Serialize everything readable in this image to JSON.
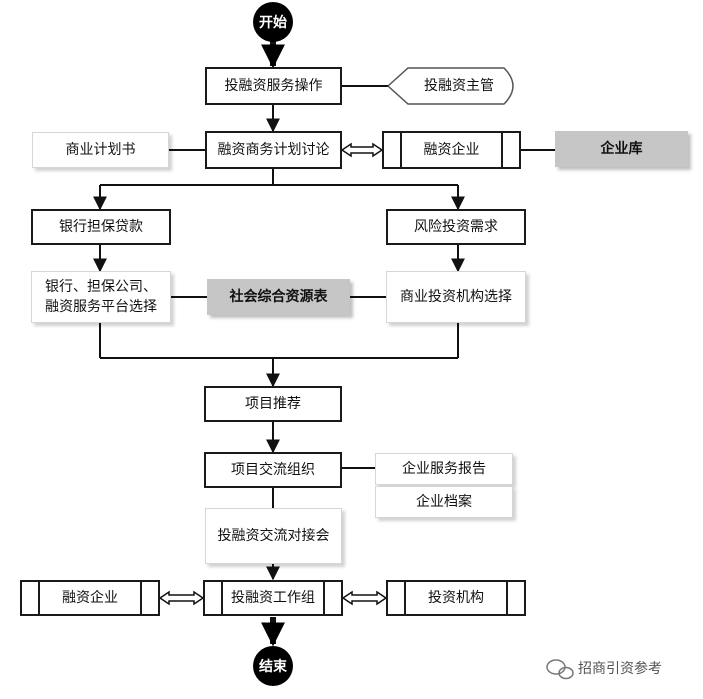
{
  "start": "开始",
  "end": "结束",
  "nodes": {
    "service_op": "投融资服务操作",
    "supervisor": "投融资主管",
    "business_plan": "商业计划书",
    "plan_discussion": "融资商务计划讨论",
    "financing_company_top": "融资企业",
    "enterprise_db": "企业库",
    "bank_guarantee_loan": "银行担保贷款",
    "risk_investment_need": "风险投资需求",
    "bank_selection_line1": "银行、担保公司、",
    "bank_selection_line2": "融资服务平台选择",
    "social_resource_table": "社会综合资源表",
    "vc_selection": "商业投资机构选择",
    "project_recommend": "项目推荐",
    "project_exchange": "项目交流组织",
    "service_report": "企业服务报告",
    "enterprise_file": "企业档案",
    "matchmaking_meeting": "投融资交流对接会",
    "financing_company_bottom": "融资企业",
    "working_group": "投融资工作组",
    "investment_institution": "投资机构"
  },
  "watermark": "招商引资参考"
}
